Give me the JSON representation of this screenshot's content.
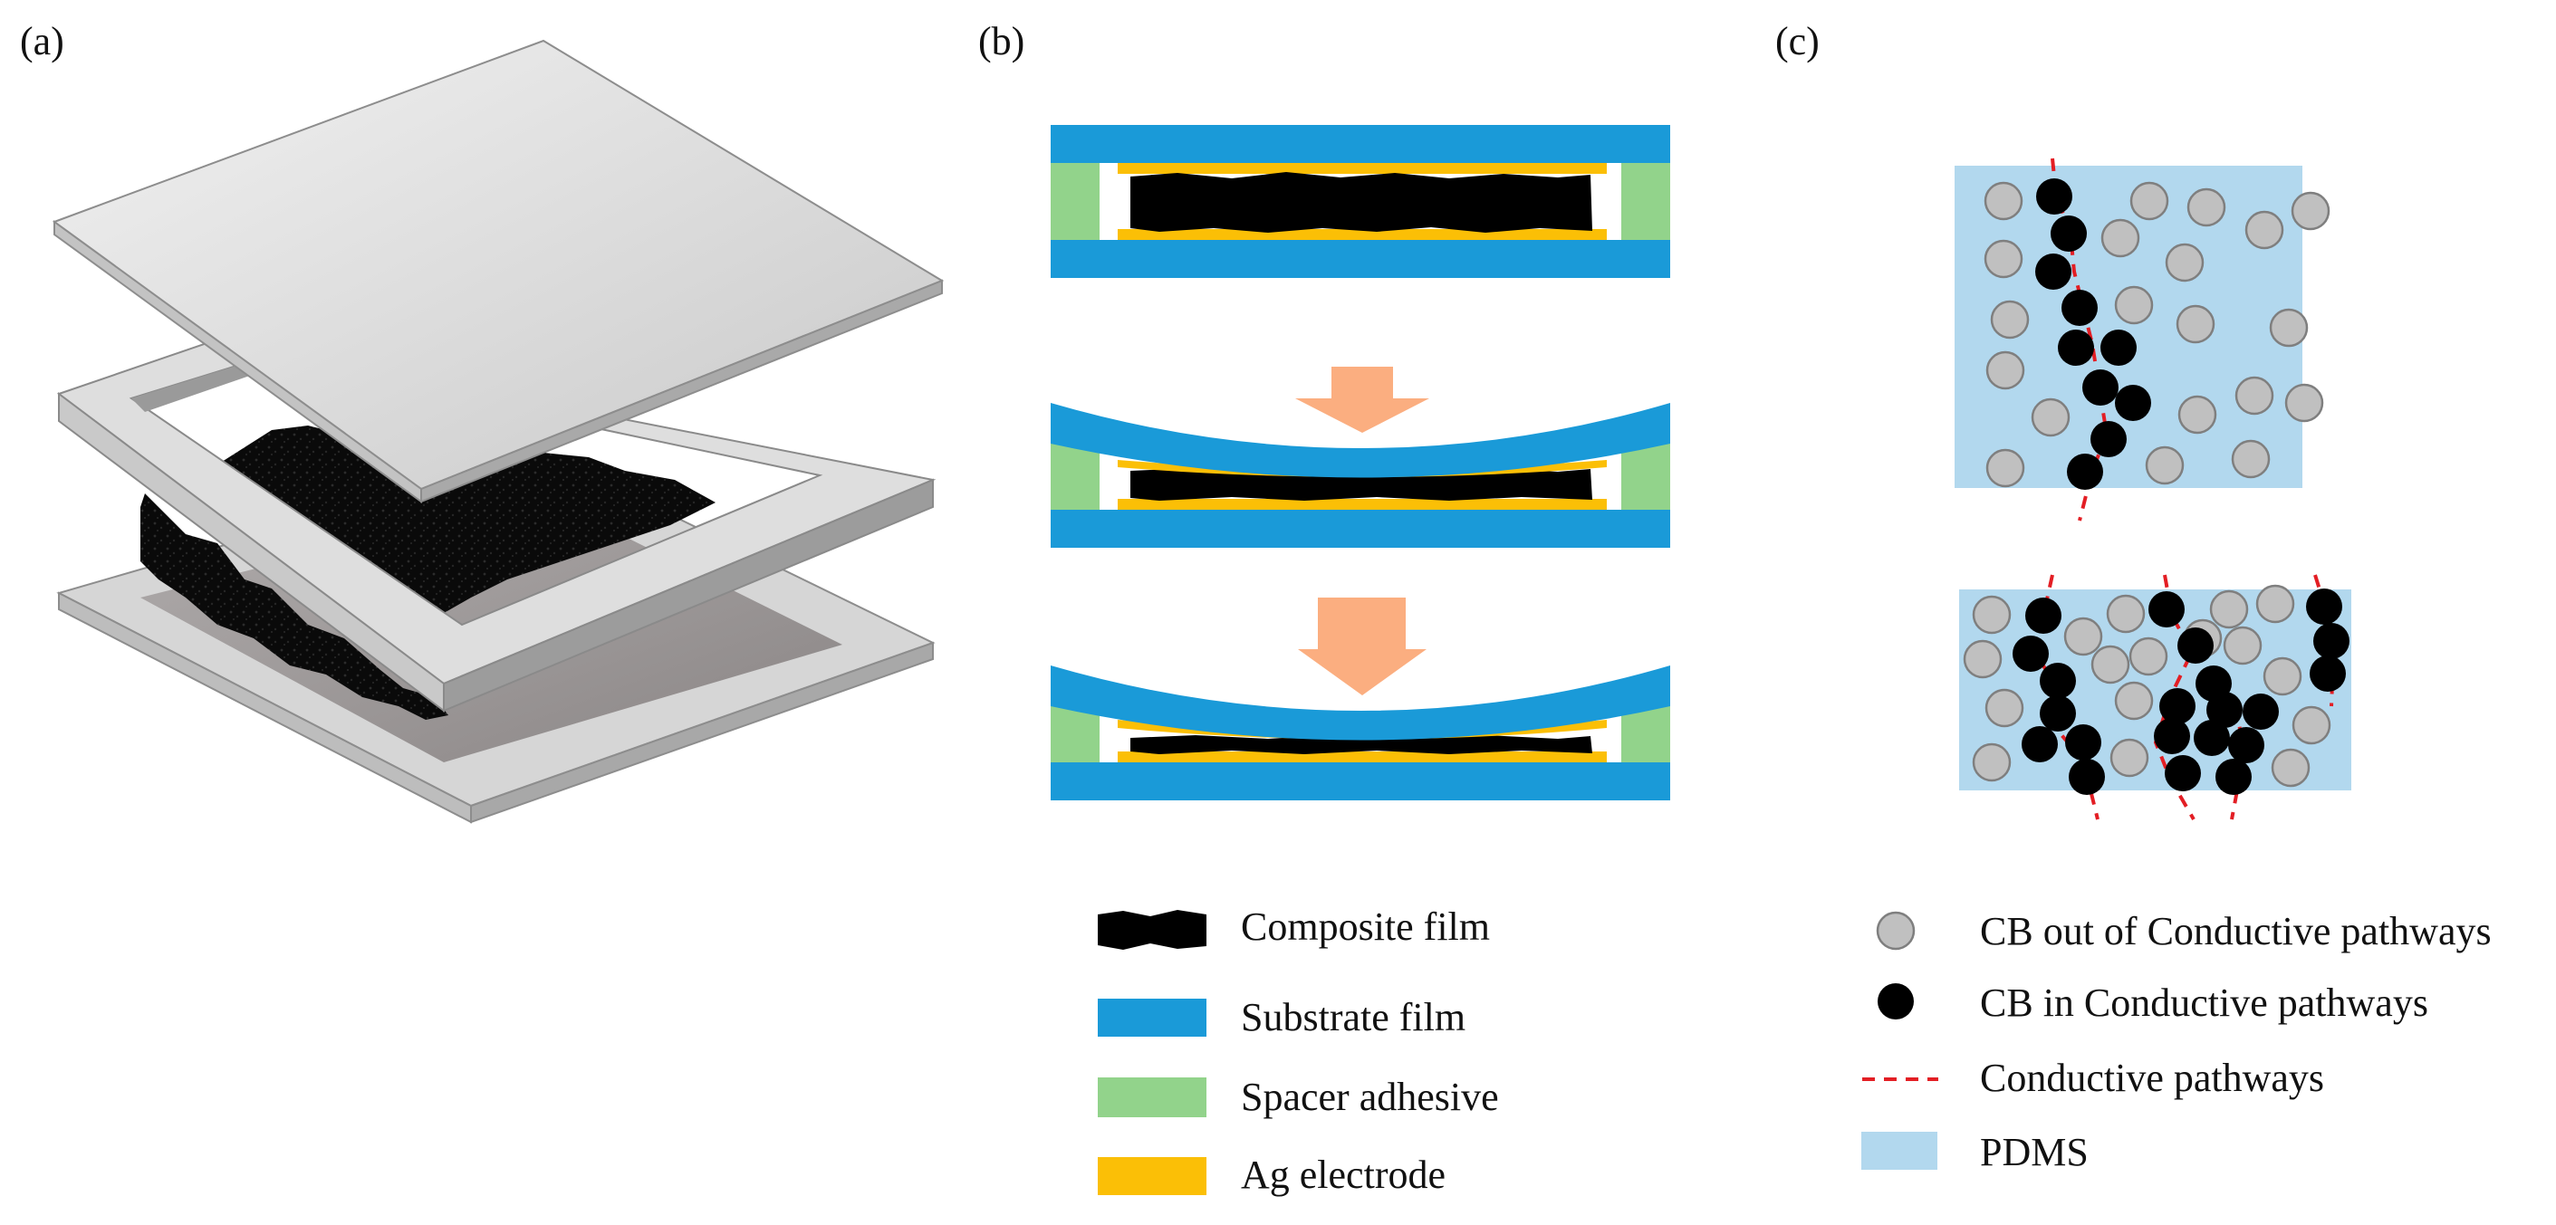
{
  "panels": {
    "a": {
      "label": "(a)"
    },
    "b": {
      "label": "(b)"
    },
    "c": {
      "label": "(c)"
    }
  },
  "legend_b": [
    {
      "key": "composite",
      "label": "Composite film",
      "color": "#000000"
    },
    {
      "key": "substrate",
      "label": "Substrate film",
      "color": "#1a9ad8"
    },
    {
      "key": "spacer",
      "label": "Spacer adhesive",
      "color": "#92d38b"
    },
    {
      "key": "electrode",
      "label": "Ag electrode",
      "color": "#fbbf06"
    }
  ],
  "legend_c": [
    {
      "key": "cb_out",
      "label": "CB out of Conductive pathways",
      "color": "#c0c0c0"
    },
    {
      "key": "cb_in",
      "label": "CB in Conductive pathways",
      "color": "#000000"
    },
    {
      "key": "pathway",
      "label": "Conductive pathways",
      "color": "#e31e24"
    },
    {
      "key": "pdms",
      "label": "PDMS",
      "color": "#b2d8ee"
    }
  ]
}
